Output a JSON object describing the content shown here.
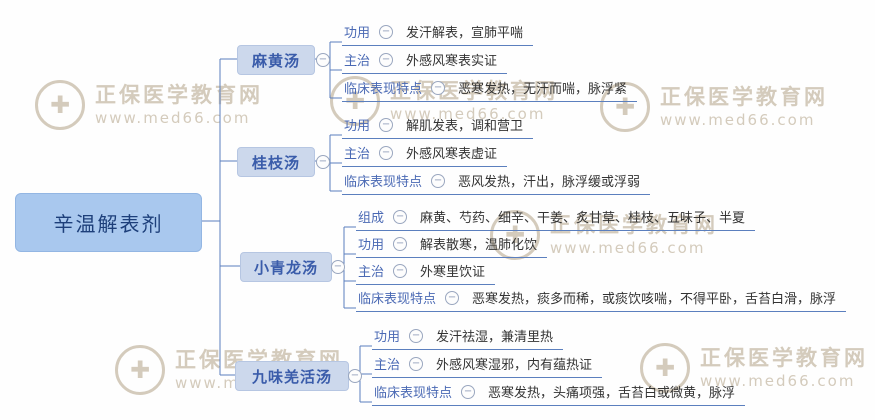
{
  "root": {
    "label": "辛温解表剂"
  },
  "branches": [
    {
      "label": "麻黄汤",
      "items": [
        {
          "label": "功用",
          "content": "发汗解表，宣肺平喘"
        },
        {
          "label": "主治",
          "content": "外感风寒表实证"
        },
        {
          "label": "临床表现特点",
          "content": "恶寒发热，无汗而喘，脉浮紧"
        }
      ]
    },
    {
      "label": "桂枝汤",
      "items": [
        {
          "label": "功用",
          "content": "解肌发表，调和营卫"
        },
        {
          "label": "主治",
          "content": "外感风寒表虚证"
        },
        {
          "label": "临床表现特点",
          "content": "恶风发热，汗出，脉浮缓或浮弱"
        }
      ]
    },
    {
      "label": "小青龙汤",
      "items": [
        {
          "label": "组成",
          "content": "麻黄、芍药、细辛、干姜、炙甘草、桂枝、五味子、半夏"
        },
        {
          "label": "功用",
          "content": "解表散寒，温肺化饮"
        },
        {
          "label": "主治",
          "content": "外寒里饮证"
        },
        {
          "label": "临床表现特点",
          "content": "恶寒发热，痰多而稀，或痰饮咳喘，不得平卧，舌苔白滑，脉浮"
        }
      ]
    },
    {
      "label": "九味羌活汤",
      "items": [
        {
          "label": "功用",
          "content": "发汗祛湿，兼清里热"
        },
        {
          "label": "主治",
          "content": "外感风寒湿邪，内有蕴热证"
        },
        {
          "label": "临床表现特点",
          "content": "恶寒发热，头痛项强，舌苔白或微黄，脉浮"
        }
      ]
    }
  ],
  "icons": {
    "collapse_glyph": "−",
    "watermark_logo_glyph": "✚"
  },
  "watermark": {
    "brand": "正保医学教育网",
    "site": "www.med66.com"
  },
  "colors": {
    "accent": "#4a69b4",
    "node_bg": "#ccd8ec",
    "root_bg": "#a9c8ee",
    "line": "#5b7fbe",
    "watermark": "#d4cbbc"
  }
}
